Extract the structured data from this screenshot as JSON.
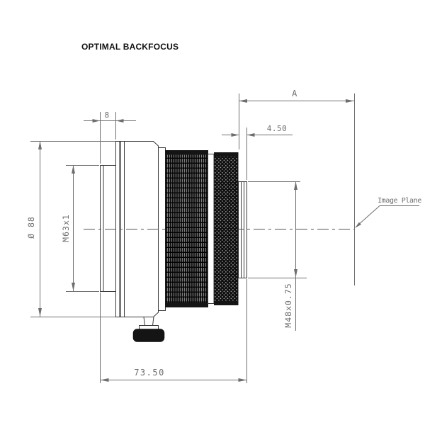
{
  "title": "OPTIMAL BACKFOCUS",
  "drawing": {
    "type": "lens-mechanical-drawing",
    "labels": {
      "backfocus": "A",
      "front_protrusion_mm": "8",
      "rear_flange_length_mm": "4.50",
      "body_length_mm": "73.50",
      "outer_diameter": "Ø 88",
      "front_thread": "M63x1",
      "rear_thread": "M48x0.75",
      "image_plane": "Image Plane"
    },
    "colors": {
      "background": "#ffffff",
      "outline": "#383838",
      "dimension": "#6e6e6e",
      "knurl": "#141414",
      "title_text": "#111111"
    }
  }
}
